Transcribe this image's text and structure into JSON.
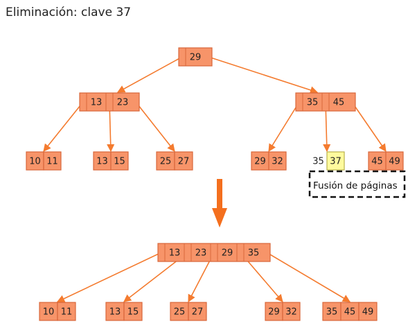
{
  "title": "Eliminación: clave 37",
  "colors": {
    "cell_fill": "#f79469",
    "cell_stroke": "#d8673b",
    "arrow": "#f47b2f",
    "highlight_fill": "#fffb9e",
    "big_arrow": "#f46f1e"
  },
  "before_tree": {
    "root": {
      "keys": [
        "29"
      ]
    },
    "internal": [
      {
        "keys": [
          "13",
          "23"
        ]
      },
      {
        "keys": [
          "35",
          "45"
        ]
      }
    ],
    "leaves": [
      {
        "keys": [
          "10",
          "11"
        ]
      },
      {
        "keys": [
          "13",
          "15"
        ]
      },
      {
        "keys": [
          "25",
          "27"
        ]
      },
      {
        "keys": [
          "29",
          "32"
        ]
      },
      {
        "keys": [
          "35",
          "37"
        ],
        "highlighted_key": "37",
        "plain": true
      },
      {
        "keys": [
          "45",
          "49"
        ]
      }
    ]
  },
  "merge_note": "Fusión de páginas",
  "after_tree": {
    "root": {
      "keys": [
        "13",
        "23",
        "29",
        "35"
      ]
    },
    "leaves": [
      {
        "keys": [
          "10",
          "11"
        ]
      },
      {
        "keys": [
          "13",
          "15"
        ]
      },
      {
        "keys": [
          "25",
          "27"
        ]
      },
      {
        "keys": [
          "29",
          "32"
        ]
      },
      {
        "keys": [
          "35",
          "45",
          "49"
        ]
      }
    ]
  }
}
